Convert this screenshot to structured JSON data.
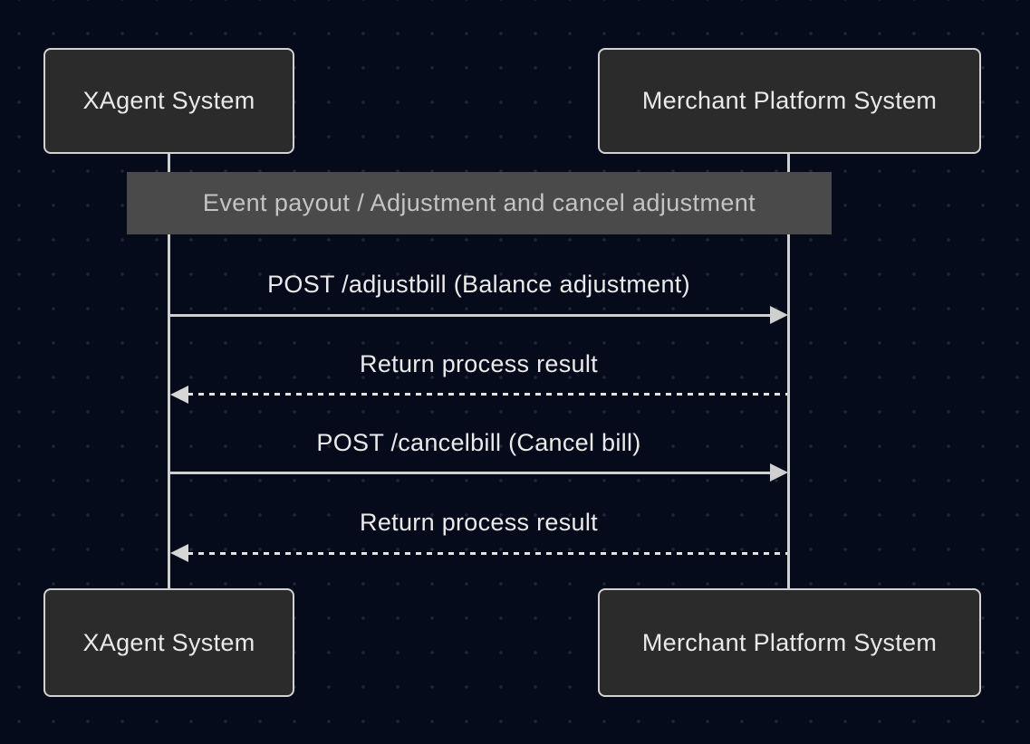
{
  "diagram": {
    "type": "sequence",
    "actors": {
      "left": "XAgent System",
      "right": "Merchant Platform System"
    },
    "banner": {
      "label": "Event payout / Adjustment and cancel adjustment"
    },
    "messages": [
      {
        "label": "POST /adjustbill (Balance adjustment)",
        "from": "XAgent System",
        "to": "Merchant Platform System",
        "line": "solid",
        "direction": "right"
      },
      {
        "label": "Return process result",
        "from": "Merchant Platform System",
        "to": "XAgent System",
        "line": "dashed",
        "direction": "left"
      },
      {
        "label": "POST /cancelbill (Cancel bill)",
        "from": "XAgent System",
        "to": "Merchant Platform System",
        "line": "solid",
        "direction": "right"
      },
      {
        "label": "Return process result",
        "from": "Merchant Platform System",
        "to": "XAgent System",
        "line": "dashed",
        "direction": "left"
      }
    ],
    "colors": {
      "background": "#050b1a",
      "dot_grid": "#212737",
      "actor_fill": "#2b2b2b",
      "actor_border": "#d2d2d2",
      "banner_fill": "#4a4a4a",
      "banner_text": "#c4c4c4",
      "line": "#cfcfcf",
      "text": "#eaeaea"
    }
  }
}
